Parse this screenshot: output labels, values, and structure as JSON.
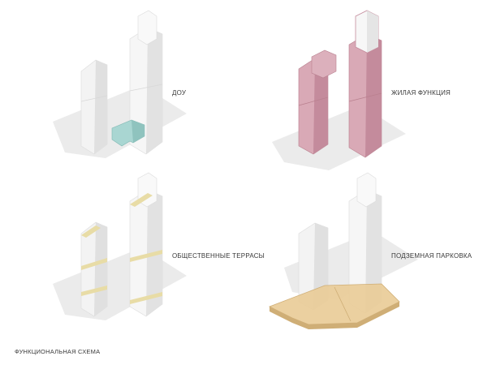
{
  "labels": {
    "kindergarten": "ДОУ",
    "residential": "ЖИЛАЯ ФУНКЦИЯ",
    "public_terraces": "ОБЩЕСТВЕННЫЕ ТЕРРАСЫ",
    "underground_parking": "ПОДЗЕМНАЯ ПАРКОВКА",
    "caption": "ФУНКЦИОНАЛЬНАЯ СХЕМА"
  },
  "colors": {
    "tower_face_light": "#ffffff",
    "tower_face_shade": "#ececec",
    "tower_face_dark": "#dcdcdc",
    "shadow": "#ebebeb",
    "kindergarten": "#a9d6d2",
    "residential": "#d9a9b6",
    "residential_dark": "#c48b9c",
    "terrace": "#e8dca6",
    "parking": "#e9cc98",
    "parking_dark": "#cfae76"
  }
}
